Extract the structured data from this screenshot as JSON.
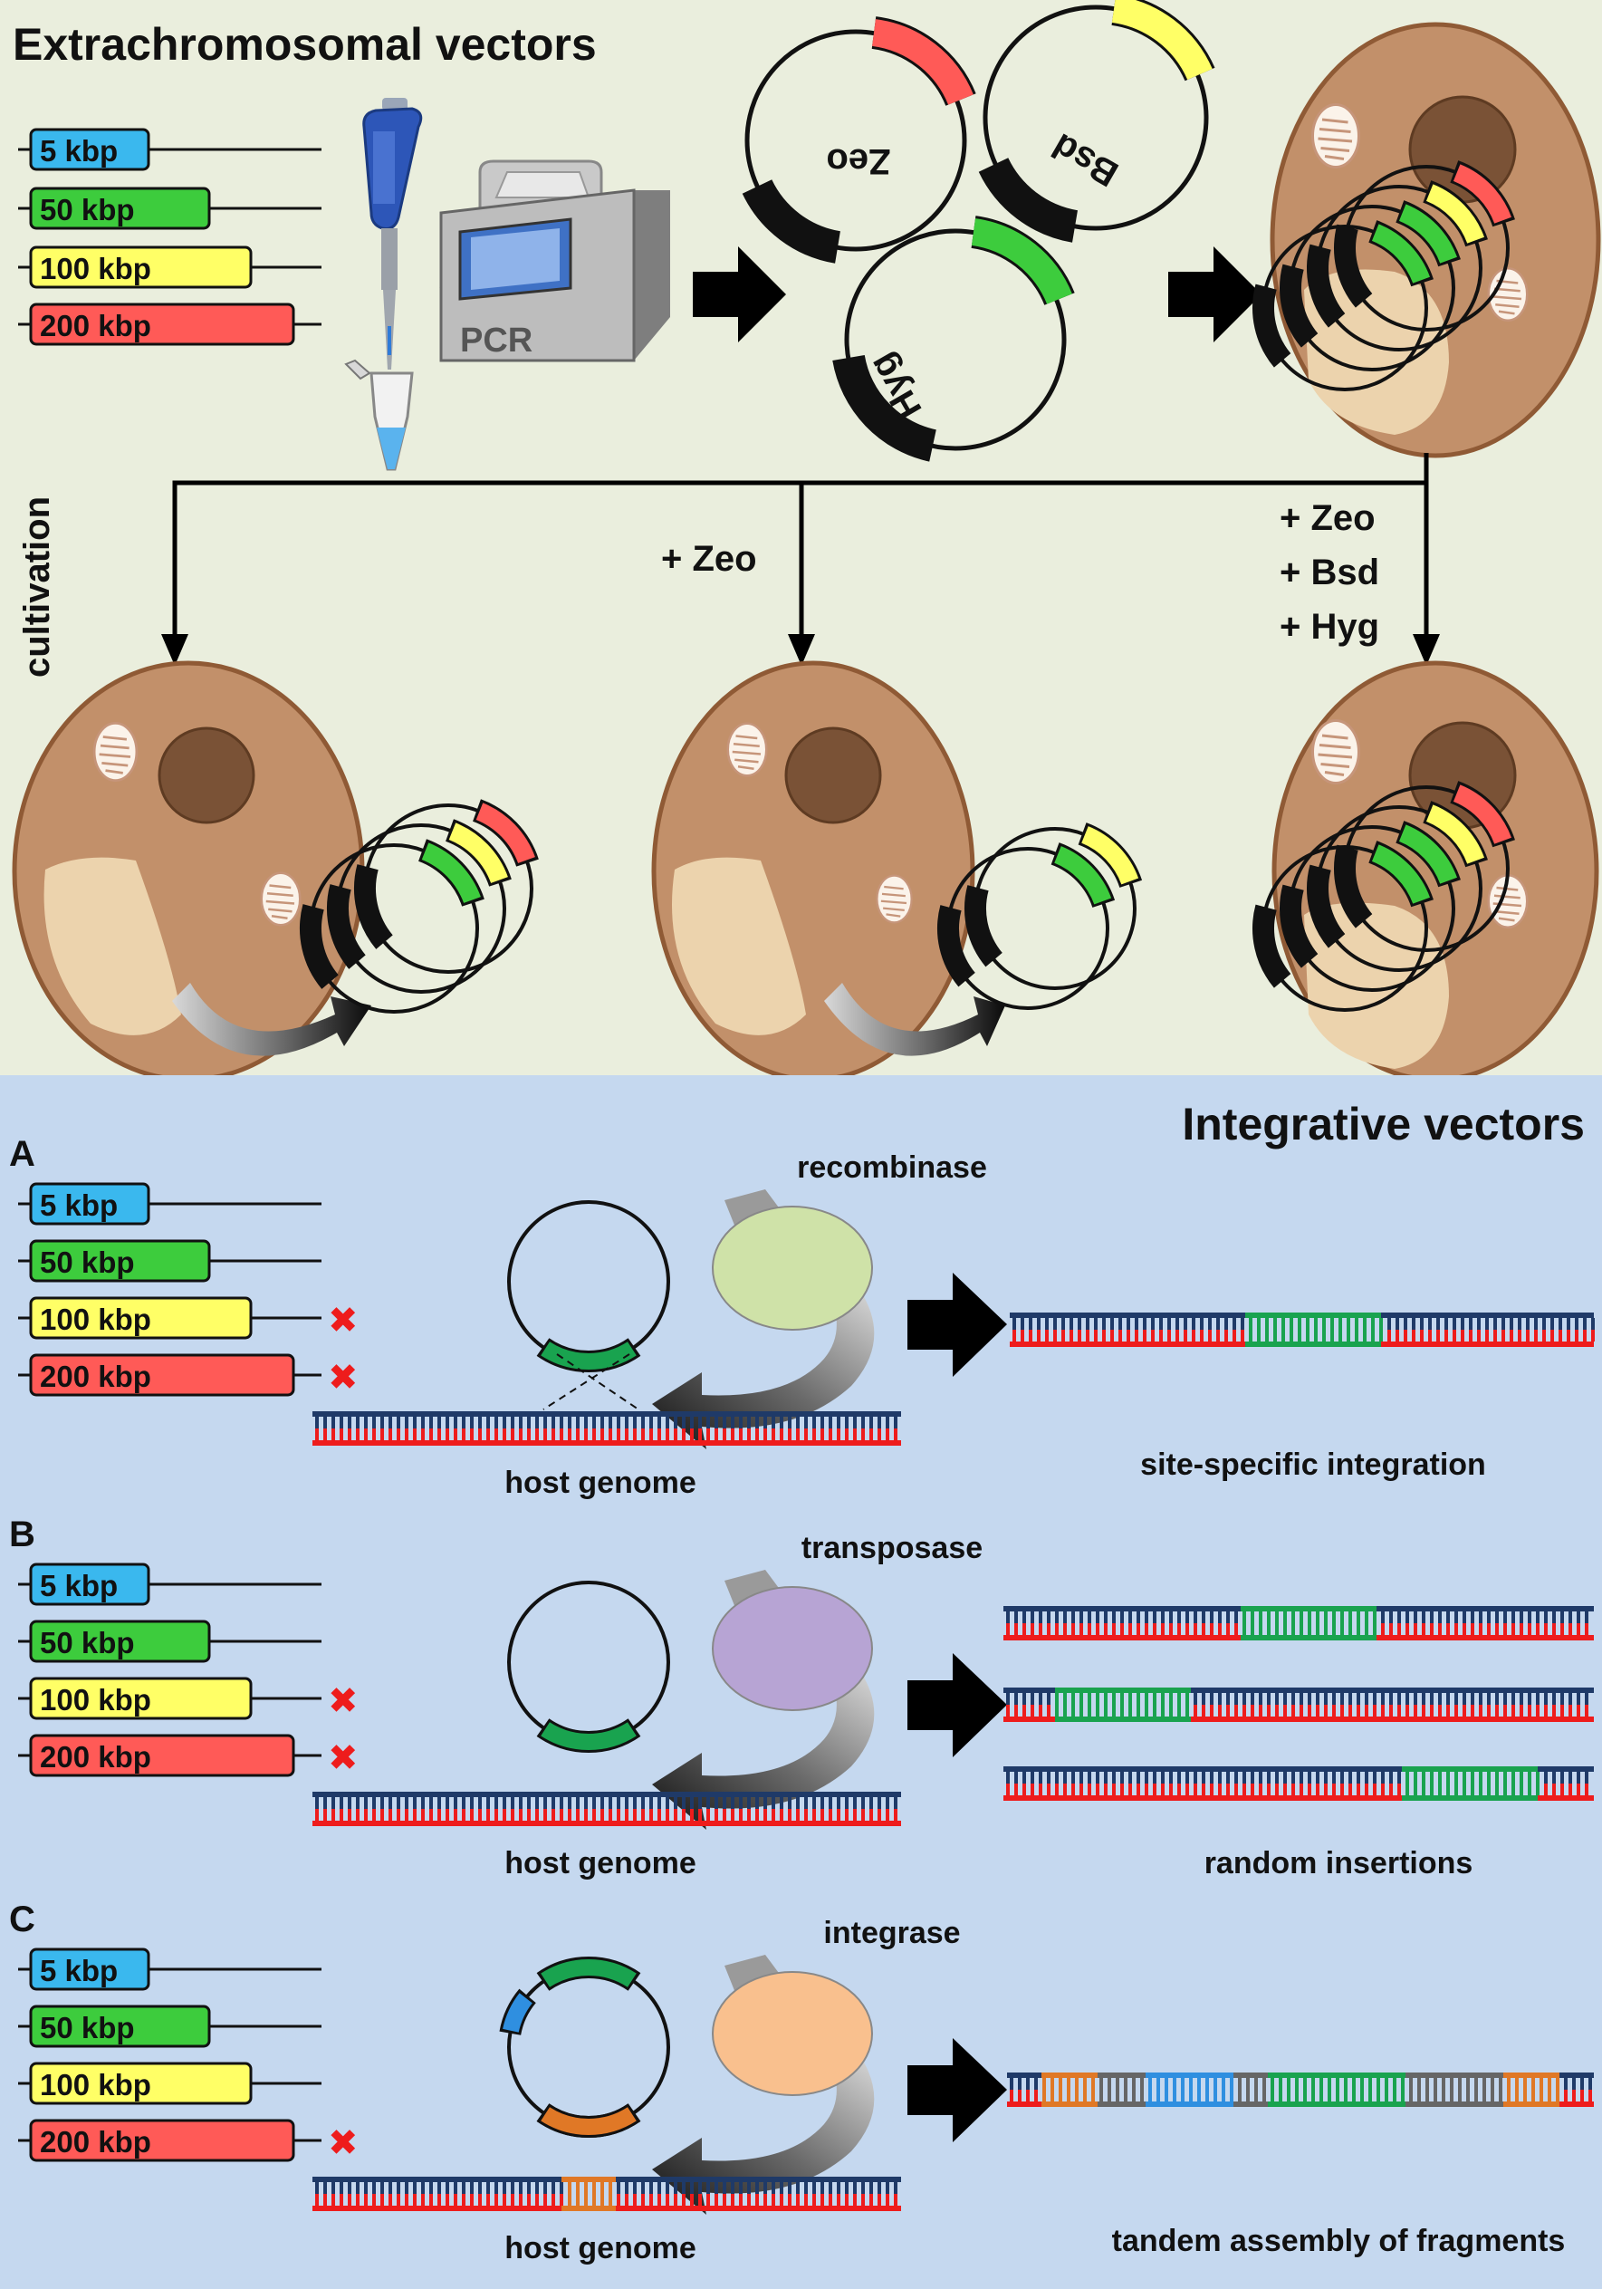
{
  "extrachromosomal": {
    "title": "Extrachromosomal vectors",
    "pcr_label": "PCR",
    "cultivation_label": "cultivation",
    "plasmid_labels": [
      "Zeo",
      "Bsd",
      "Hyg"
    ],
    "selection_mid": "+ Zeo",
    "selection_right": [
      "+ Zeo",
      "+ Bsd",
      "+ Hyg"
    ]
  },
  "size_bars": [
    {
      "label": "5 kbp",
      "color": "#3ab8ee"
    },
    {
      "label": "50 kbp",
      "color": "#3dcc3d"
    },
    {
      "label": "100 kbp",
      "color": "#ffff66"
    },
    {
      "label": "200 kbp",
      "color": "#ff5a57"
    }
  ],
  "integrative": {
    "title": "Integrative vectors",
    "panels": [
      {
        "letter": "A",
        "enzyme": "recombinase",
        "enzyme_color": "#cfe2a8",
        "genome_label": "host genome",
        "result_label": "site-specific integration",
        "excluded_sizes": [
          "100 kbp",
          "200 kbp"
        ]
      },
      {
        "letter": "B",
        "enzyme": "transposase",
        "enzyme_color": "#b7a4d4",
        "genome_label": "host genome",
        "result_label": "random insertions",
        "excluded_sizes": [
          "100 kbp",
          "200 kbp"
        ]
      },
      {
        "letter": "C",
        "enzyme": "integrase",
        "enzyme_color": "#f9c08e",
        "genome_label": "host genome",
        "result_label": "tandem assembly of fragments",
        "excluded_sizes": [
          "200 kbp"
        ]
      }
    ],
    "exclusion_mark": "✖"
  },
  "colors": {
    "top_bg": "#eaeedd",
    "bottom_bg": "#c5d8ef",
    "cell": "#c2906a",
    "nucleus": "#7a5236",
    "vacuole": "#ecd3ad",
    "zeo": "#ff5a57",
    "bsd": "#ffff66",
    "hyg": "#3dcc3d"
  }
}
